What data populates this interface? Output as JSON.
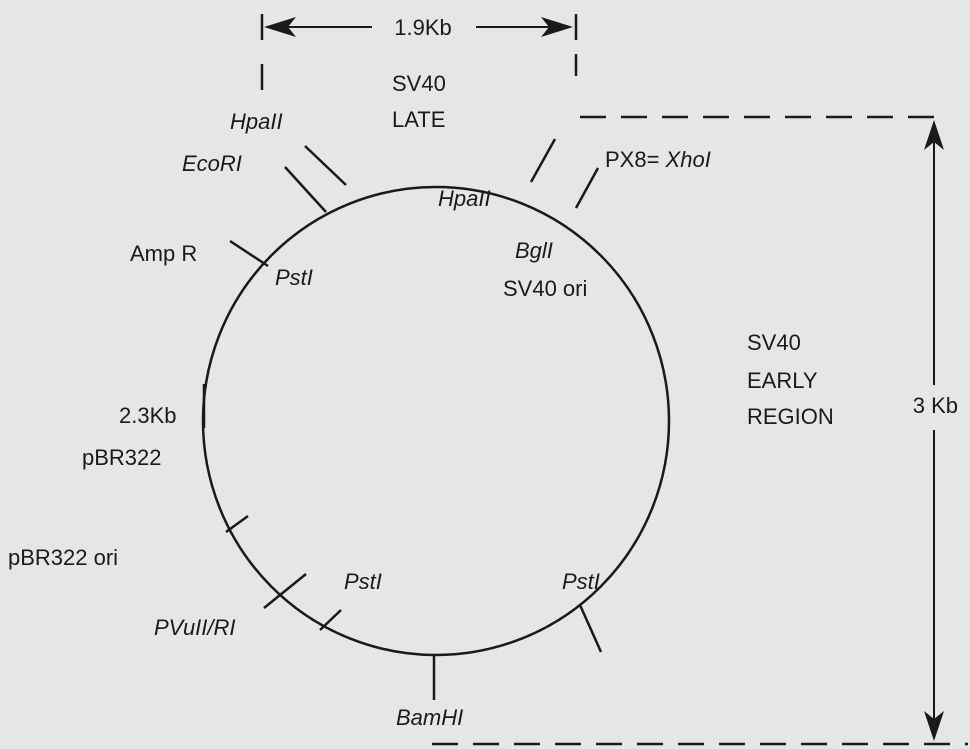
{
  "diagram": {
    "top_span": {
      "label": "1.9Kb"
    },
    "right_span": {
      "label": "3 Kb"
    },
    "labels": {
      "sv40_late_1": "SV40",
      "sv40_late_2": "LATE",
      "hpaII_left": "HpaII",
      "ecoRI": "EcoRI",
      "hpaII_right": "HpaII",
      "px8_prefix": "PX8= ",
      "xhoI": "XhoI",
      "ampR": "Amp R",
      "pstI_top": "PstI",
      "bglI": "BglI",
      "sv40_ori": "SV40 ori",
      "sv40_early_1": "SV40",
      "sv40_early_2": "EARLY",
      "sv40_early_3": "REGION",
      "kb_23": "2.3Kb",
      "pbr322": "pBR322",
      "pbr322_ori": "pBR322 ori",
      "pstI_left": "PstI",
      "pvuII_RI": "PVuII/RI",
      "pstI_right": "PstI",
      "bamHI": "BamHI"
    }
  }
}
